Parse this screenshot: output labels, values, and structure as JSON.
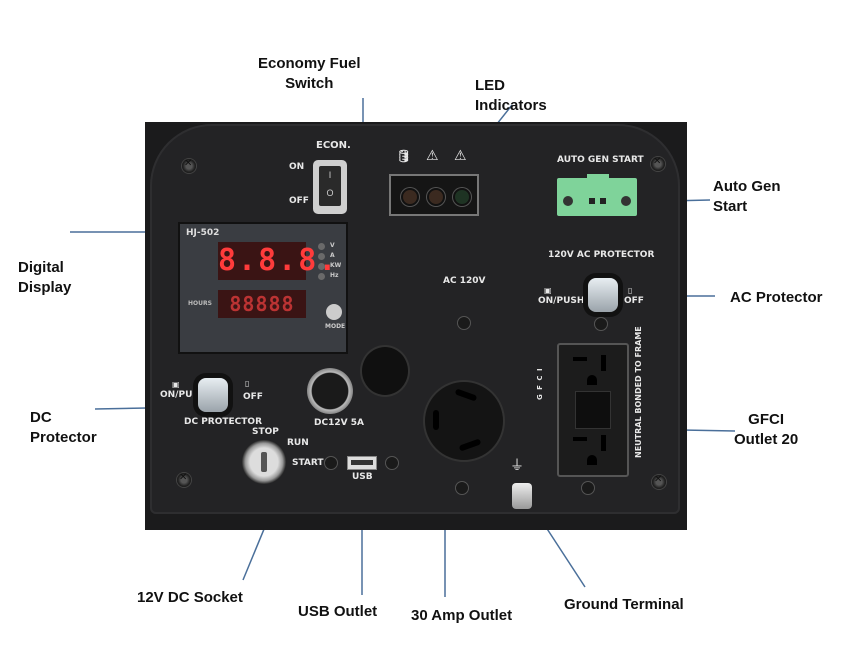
{
  "callouts": {
    "economy_fuel_switch": "Economy Fuel\nSwitch",
    "led_indicators": "LED\nIndicators",
    "auto_gen_start": "Auto Gen\nStart",
    "digital_display": "Digital\nDisplay",
    "ac_protector": "AC Protector",
    "dc_protector": "DC\nProtector",
    "gfci_outlet": "GFCI\nOutlet 20",
    "dc_socket": "12V DC Socket",
    "usb_outlet": "USB Outlet",
    "amp_outlet": "30 Amp Outlet",
    "ground_terminal": "Ground Terminal"
  },
  "panel": {
    "econ_label": "ECON.",
    "econ_on": "ON",
    "econ_off": "OFF",
    "rocker_on_glyph": "I",
    "rocker_off_glyph": "O",
    "display_model": "HJ-502",
    "display_top_readout": "8.8.8.",
    "display_hours_label": "HOURS",
    "display_hours_readout": "88888",
    "display_units": [
      "V",
      "A",
      "KW",
      "Hz"
    ],
    "display_mode": "MODE",
    "auto_gen_start": "AUTO GEN START",
    "ac_120v": "AC 120V",
    "ac_protector": "120V AC PROTECTOR",
    "on_push": "ON/PUSH",
    "off": "OFF",
    "dc_protector": "DC PROTECTOR",
    "dc_socket": "DC12V 5A",
    "stop": "STOP",
    "run": "RUN",
    "start": "START",
    "usb": "USB",
    "gfci": "G F C I",
    "neutral_bonded": "NEUTRAL BONDED TO FRAME"
  },
  "colors": {
    "leader_line": "#4a6f9a",
    "segment_led": "#ff3b3b",
    "terminal_block": "#7fd39a"
  }
}
